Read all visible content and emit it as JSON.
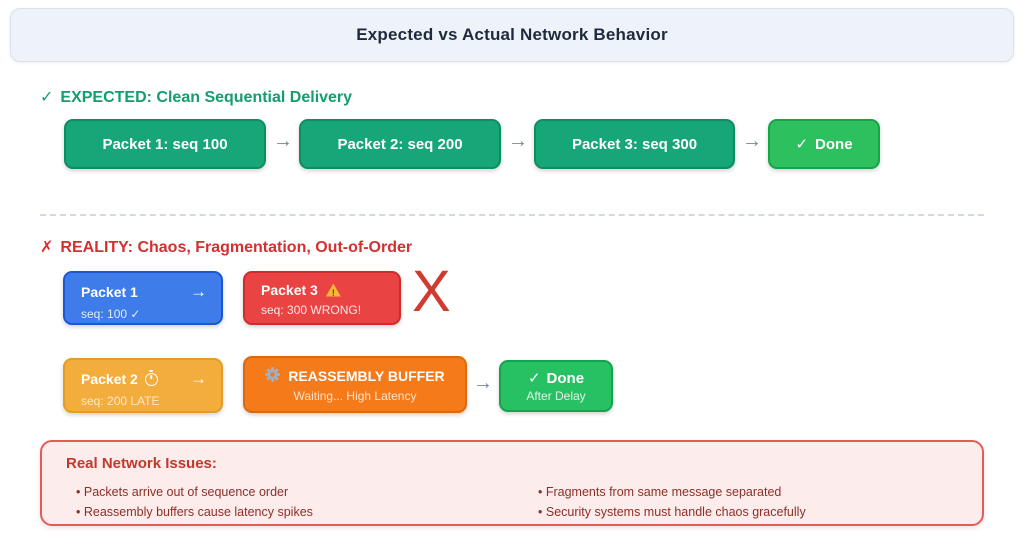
{
  "header": {
    "title": "Expected vs Actual Network Behavior"
  },
  "expected": {
    "check_icon": "✓",
    "heading": "EXPECTED: Clean Sequential Delivery",
    "arrow": "→",
    "packets": [
      {
        "label": "Packet 1: seq 100"
      },
      {
        "label": "Packet 2: seq 200"
      },
      {
        "label": "Packet 3: seq 300"
      }
    ],
    "done": {
      "check": "✓",
      "label": "Done"
    }
  },
  "reality": {
    "cross_icon": "✗",
    "heading": "REALITY: Chaos, Fragmentation, Out-of-Order",
    "packet1": {
      "title": "Packet 1",
      "subtitle": "seq: 100 ✓",
      "arrow": "→"
    },
    "packet3": {
      "title": "Packet 3",
      "subtitle": "seq: 300 WRONG!"
    },
    "error_mark": "X",
    "packet2": {
      "title": "Packet 2",
      "subtitle": "seq: 200 LATE",
      "arrow": "→"
    },
    "buffer": {
      "title": "REASSEMBLY BUFFER",
      "subtitle": "Waiting... High Latency"
    },
    "flow_arrow": "→",
    "done": {
      "check": "✓",
      "label": "Done",
      "subtitle": "After Delay"
    }
  },
  "issues": {
    "title": "Real Network Issues:",
    "left_column": [
      "Packets arrive out of sequence order",
      "Reassembly buffers cause latency spikes"
    ],
    "right_column": [
      "Fragments from same message separated",
      "Security systems must handle chaos gracefully"
    ]
  },
  "colors": {
    "expected_green": "#17a678",
    "done_green": "#2cc05e",
    "reality_blue": "#3e7de9",
    "reality_red": "#e94343",
    "late_amber": "#f3ad3d",
    "buffer_orange": "#f57a19",
    "heading_green": "#149d70",
    "heading_red": "#d33030",
    "issues_bg": "#fdecec",
    "issues_border": "#e25c5c"
  }
}
